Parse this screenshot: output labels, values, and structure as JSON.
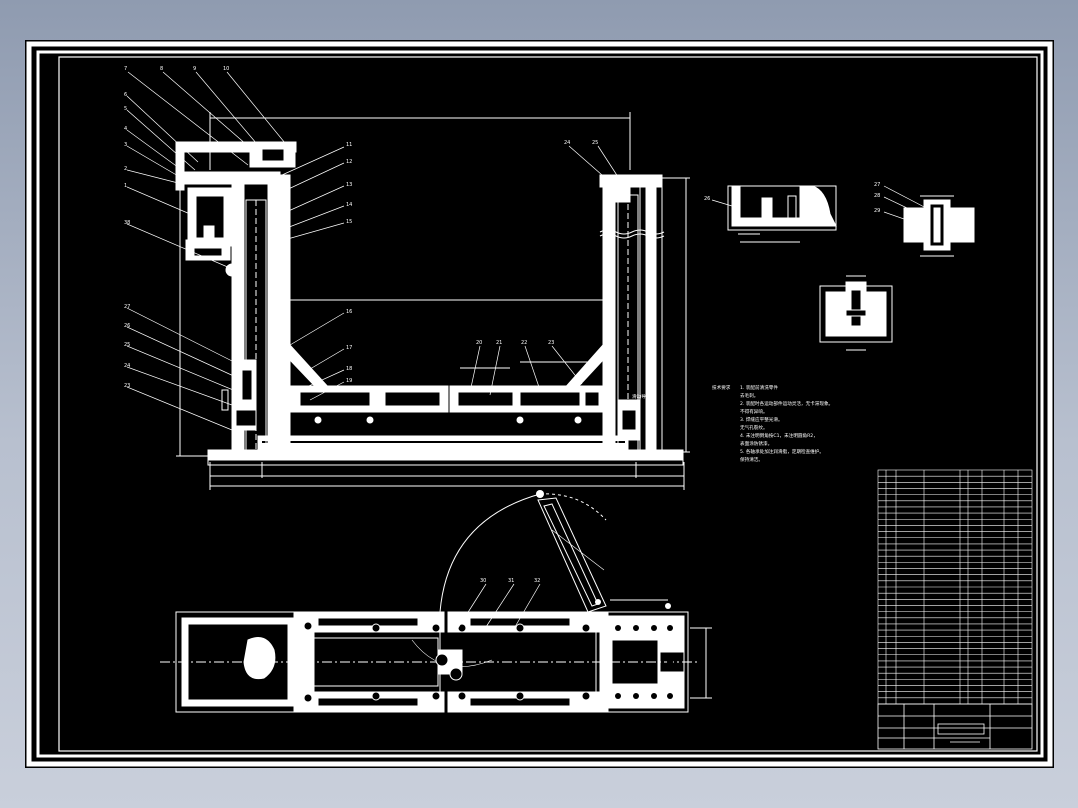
{
  "part_labels": {
    "left_top": [
      "7",
      "8",
      "9",
      "10"
    ],
    "left_side": [
      "6",
      "5",
      "4",
      "3",
      "2",
      "1"
    ],
    "right_of_column": [
      "11",
      "12",
      "13",
      "14",
      "15"
    ],
    "mid_right": [
      "16",
      "17",
      "18",
      "19"
    ],
    "lower_left": [
      "27",
      "26",
      "25",
      "24",
      "23"
    ],
    "rod_callouts": [
      "20",
      "21",
      "22",
      "23"
    ],
    "right_top": [
      "24",
      "25"
    ],
    "detail_labels": [
      "26",
      "27",
      "28",
      "29"
    ],
    "plan_view": [
      "30",
      "31",
      "32"
    ]
  },
  "label_38": "38",
  "tech_notes": {
    "heading": "技术要求",
    "lines": [
      "1. 装配前清洗零件",
      "去毛刺。",
      "2. 装配时各运动部件运动灵活，无卡滞现象。",
      "不得有异响。",
      "3. 焊缝应平整光滑。",
      "无气孔裂纹。",
      "4. 未注明倒角按C1，未注明圆角R2，",
      "表面涂防锈漆。",
      "5. 各轴承处加注润滑脂，定期检查维护。",
      "保持清洁。"
    ]
  },
  "inline_tag": "滑动导轨"
}
